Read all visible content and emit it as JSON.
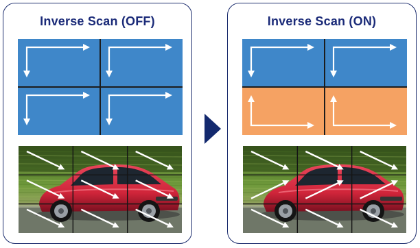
{
  "panels": [
    {
      "title": "Inverse Scan (OFF)",
      "cell_colors": [
        "#3f87c9",
        "#3f87c9",
        "#3f87c9",
        "#3f87c9"
      ],
      "cell_arrows": [
        "down-right",
        "down-right",
        "down-right",
        "down-right"
      ],
      "photo_arrows": [
        "down-right",
        "down-right",
        "down-right",
        "down-right",
        "down-right",
        "down-right",
        "down-right",
        "down-right",
        "down-right"
      ]
    },
    {
      "title": "Inverse Scan (ON)",
      "cell_colors": [
        "#3f87c9",
        "#3f87c9",
        "#f5a263",
        "#f5a263"
      ],
      "cell_arrows": [
        "down-right",
        "down-right",
        "up-right",
        "up-right"
      ],
      "photo_arrows": [
        "down-right",
        "down-right",
        "down-right",
        "up-right",
        "up-right",
        "up-right",
        "down-right",
        "down-right",
        "down-right"
      ]
    }
  ],
  "colors": {
    "border": "#1c2d6e",
    "title": "#1a2a78",
    "arrow": "#ffffff",
    "divider_triangle": "#13296e",
    "car_body": "#d0253a"
  },
  "icons": {
    "divider": "right-pointing-triangle"
  }
}
